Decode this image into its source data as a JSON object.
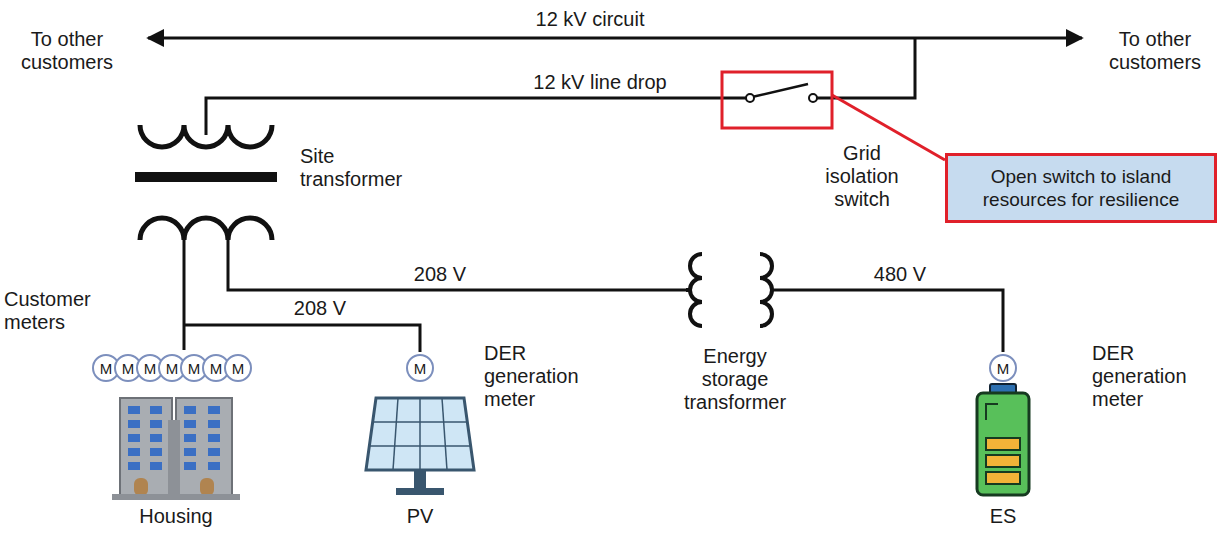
{
  "diagram": {
    "nodes": [
      {
        "text": [
          "Open switch to island resources for resilience"
        ]
      },
      {
        "text": [
          "M"
        ]
      },
      {
        "text": [
          "M"
        ]
      },
      {
        "text": [
          "M"
        ]
      },
      {
        "text": [
          "M"
        ]
      },
      {
        "text": [
          "M"
        ]
      },
      {
        "text": [
          "M"
        ]
      },
      {
        "text": [
          "M"
        ]
      },
      {
        "text": [
          "M"
        ]
      },
      {
        "text": [
          "M"
        ]
      }
    ],
    "labels": [
      "To other customers",
      "12 kV circuit",
      "To other customers",
      "12 kV line drop",
      "Site transformer",
      "Grid isolation switch",
      "208 V",
      "480 V",
      "Customer meters",
      "208 V",
      "DER generation meter",
      "Energy storage transformer",
      "DER generation meter",
      "Housing",
      "PV",
      "ES"
    ]
  }
}
